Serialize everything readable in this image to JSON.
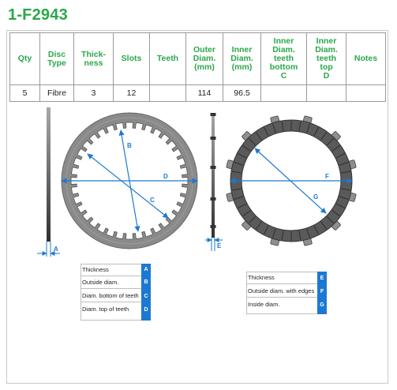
{
  "part_number": "1-F2943",
  "table": {
    "headers": [
      [
        "Qty"
      ],
      [
        "Disc",
        "Type"
      ],
      [
        "Thick-",
        "ness"
      ],
      [
        "Slots"
      ],
      [
        "Teeth"
      ],
      [
        "Outer",
        "Diam.",
        "(mm)"
      ],
      [
        "Inner",
        "Diam.",
        "(mm)"
      ],
      [
        "Inner",
        "Diam.",
        "teeth",
        "bottom",
        "C"
      ],
      [
        "Inner",
        "Diam.",
        "teeth",
        "top",
        "D"
      ],
      [
        "Notes"
      ]
    ],
    "row": [
      "5",
      "Fibre",
      "3",
      "12",
      "",
      "114",
      "96.5",
      "",
      "",
      ""
    ]
  },
  "diagram_left": {
    "labels": {
      "A": "A",
      "B": "B",
      "C": "C",
      "D": "D"
    },
    "legend": [
      {
        "text": "Thickness",
        "letter": "A"
      },
      {
        "text": "Outside diam.",
        "letter": "B"
      },
      {
        "text": "Diam. bottom of teeth",
        "letter": "C"
      },
      {
        "text": "Diam. top of teeth",
        "letter": "D"
      }
    ]
  },
  "diagram_right": {
    "labels": {
      "E": "E",
      "F": "F",
      "G": "G"
    },
    "legend": [
      {
        "text": "Thickness",
        "letter": "E"
      },
      {
        "text": "Outside diam. with edges",
        "letter": "F"
      },
      {
        "text": "Inside diam.",
        "letter": "G"
      }
    ]
  },
  "colors": {
    "accent_green": "#2aa84a",
    "dimension_blue": "#1c79d2",
    "disc_gray": "#8a8a8a",
    "fibre_dark": "#5a5a5a"
  }
}
